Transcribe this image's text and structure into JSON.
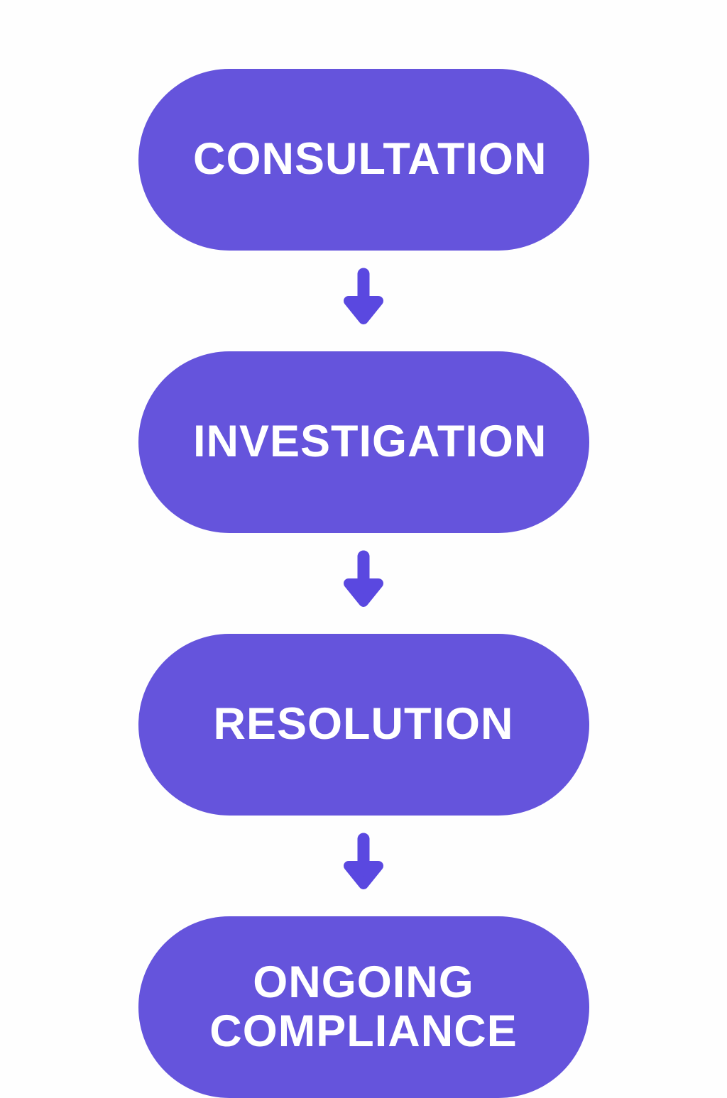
{
  "diagram": {
    "type": "vertical-flowchart",
    "steps": [
      {
        "label": "CONSULTATION"
      },
      {
        "label": "INVESTIGATION"
      },
      {
        "label": "RESOLUTION"
      },
      {
        "label": "ONGOING COMPLIANCE"
      }
    ],
    "connector": "down-arrow",
    "colors": {
      "pill_fill": "#6554DC",
      "arrow": "#5A48E0",
      "label_text": "#FFFFFF",
      "background": "#FEFEFE"
    }
  }
}
